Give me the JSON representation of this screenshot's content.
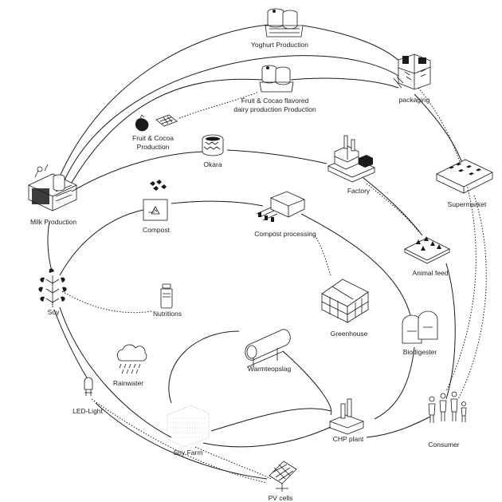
{
  "nodes": {
    "yoghurt": "Yoghurt Production",
    "packaging": "packaging",
    "fruit_dairy_line1": "Fruit & Cocao flavored",
    "fruit_dairy_line2": "dairy production Production",
    "fruit_cocoa_line1": "Fruit & Cocoa",
    "fruit_cocoa_line2": "Production",
    "okara": "Okara",
    "factory": "Factory",
    "supermarket": "Supermarket",
    "milk": "Milk Production",
    "compost": "Compost",
    "compost_processing": "Compost processing",
    "animal_feed": "Animal feed",
    "soy": "Soy",
    "nutritions": "Nutritions",
    "greenhouse": "Greenhouse",
    "biodigester": "Biodigester",
    "rainwater": "Rainwater",
    "warmteopslag": "Warmteopslag",
    "led": "LED-Light",
    "soy_farm": "Soy Farm",
    "chp": "CHP plant",
    "consumer": "Consumer",
    "pv": "PV cells"
  },
  "icons": {
    "yoghurt": "silo-tanks-icon",
    "fruit_dairy": "silo-tanks-icon",
    "packaging": "packaging-machine-icon",
    "fruit_cocoa": "strawberry-chocolate-icon",
    "okara": "okara-basket-icon",
    "factory": "factory-icon",
    "supermarket": "supermarket-icon",
    "milk": "milk-plant-icon",
    "compost": "compost-bin-icon",
    "compost_processing": "conveyor-machine-icon",
    "animal_feed": "animal-feed-plot-icon",
    "soy": "soy-plant-icon",
    "nutritions": "nutrition-jar-icon",
    "greenhouse": "greenhouse-icon",
    "biodigester": "biodigester-domes-icon",
    "rainwater": "rain-cloud-icon",
    "warmteopslag": "heat-storage-tank-icon",
    "led": "led-bulb-icon",
    "soy_farm": "soy-field-icon",
    "chp": "chp-plant-icon",
    "consumer": "people-icon",
    "pv": "solar-panel-icon"
  },
  "colors": {
    "ink": "#1a1a1a",
    "background": "#ffffff",
    "label": "#222222"
  }
}
